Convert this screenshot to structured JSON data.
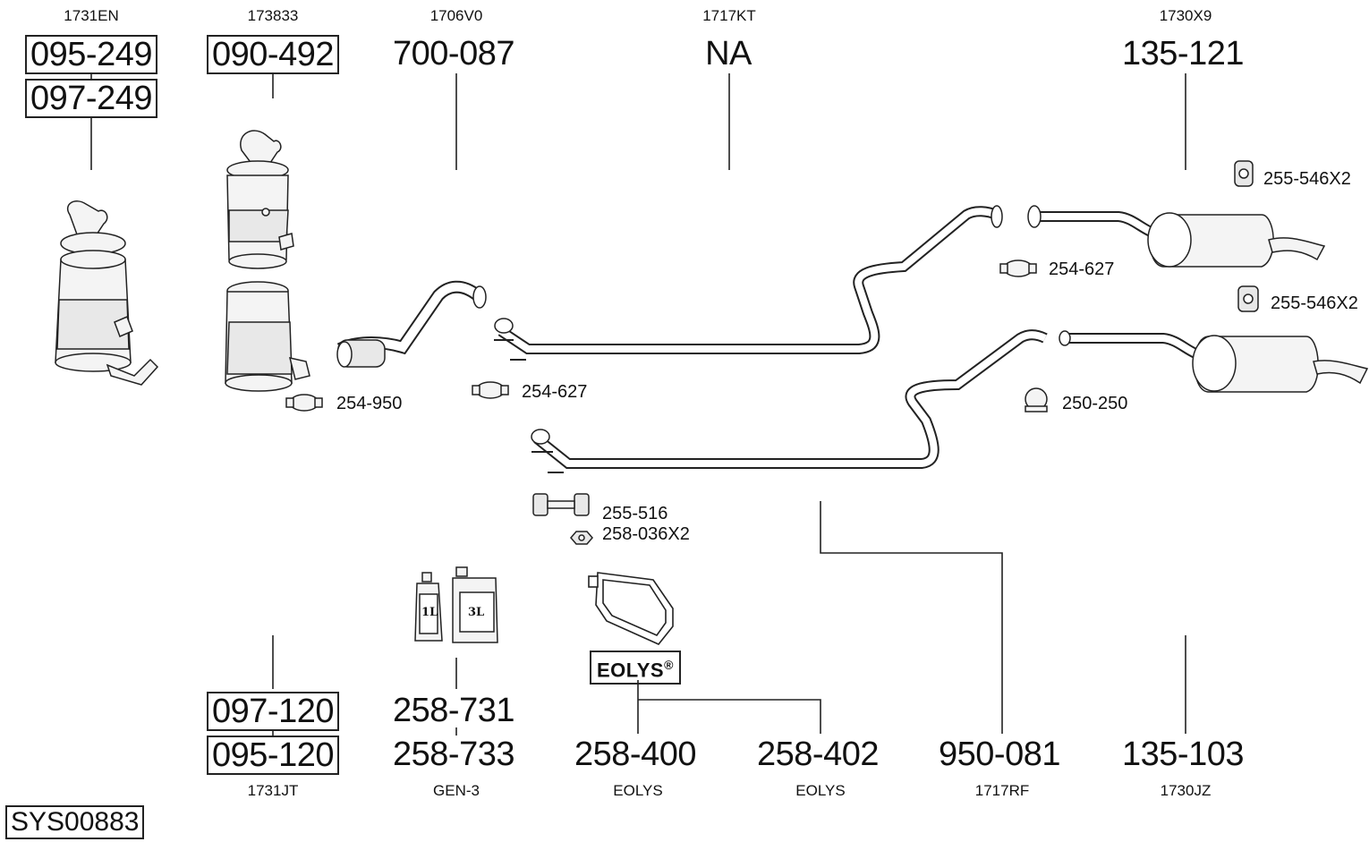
{
  "diagram": {
    "system_id": "SYS00883",
    "top_groups": [
      {
        "ref": "1731EN",
        "parts": [
          "095-249",
          "097-249"
        ]
      },
      {
        "ref": "173833",
        "parts": [
          "090-492"
        ]
      },
      {
        "ref": "1706V0",
        "parts": [
          "700-087"
        ]
      },
      {
        "ref": "1717KT",
        "parts": [
          "NA"
        ]
      },
      {
        "ref": "1730X9",
        "parts": [
          "135-121"
        ]
      }
    ],
    "bottom_groups": [
      {
        "ref": "1731JT",
        "parts": [
          "097-120",
          "095-120"
        ]
      },
      {
        "ref": "GEN-3",
        "parts": [
          "258-731",
          "258-733"
        ]
      },
      {
        "ref": "EOLYS",
        "parts": [
          "258-400"
        ]
      },
      {
        "ref": "EOLYS",
        "parts": [
          "258-402"
        ]
      },
      {
        "ref": "1717RF",
        "parts": [
          "950-081"
        ]
      },
      {
        "ref": "1730JZ",
        "parts": [
          "135-103"
        ]
      }
    ],
    "accessories": [
      {
        "code": "254-950"
      },
      {
        "code": "254-627"
      },
      {
        "code": "254-627"
      },
      {
        "code": "255-546X2"
      },
      {
        "code": "255-546X2"
      },
      {
        "code": "250-250"
      },
      {
        "code": "255-516"
      },
      {
        "code": "258-036X2"
      }
    ],
    "eolys_logo": {
      "text": "EOLYS",
      "mark": "®"
    },
    "containers": [
      {
        "label": "1L"
      },
      {
        "label": "3L"
      }
    ]
  }
}
